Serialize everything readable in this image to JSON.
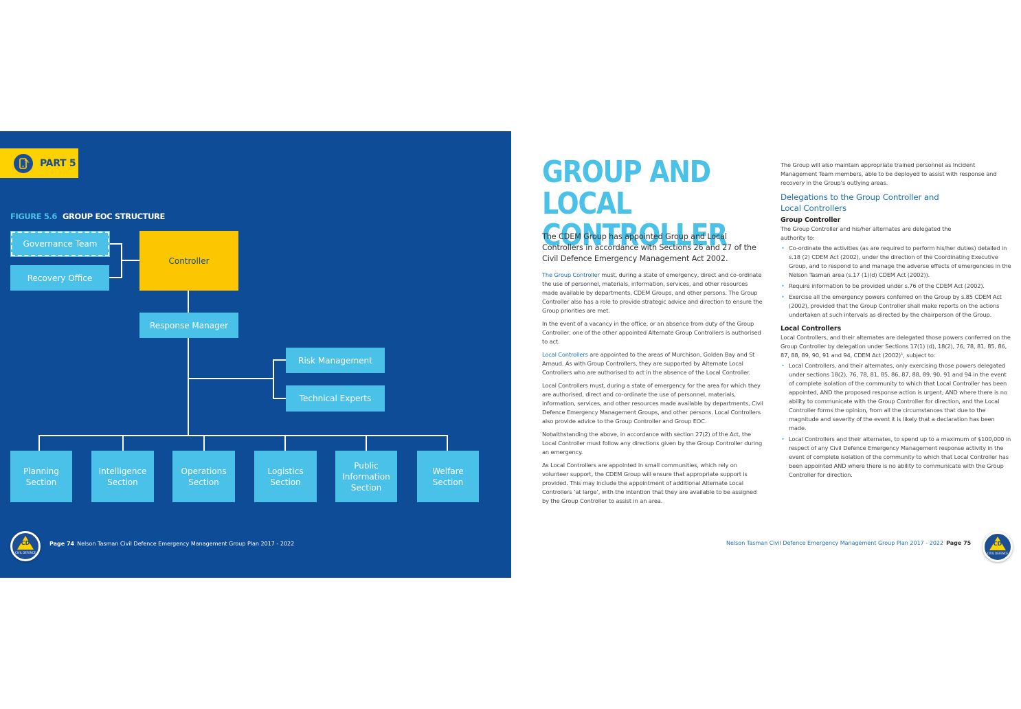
{
  "left_page": {
    "part_label": "PART 5",
    "figure_number": "FIGURE 5.6",
    "figure_title": "GROUP EOC STRUCTURE",
    "org_chart": {
      "governance": "Governance Team",
      "recovery": "Recovery Office",
      "controller": "Controller",
      "response_manager": "Response Manager",
      "risk_management": "Risk Management",
      "technical_experts": "Technical Experts",
      "sections": [
        "Planning Section",
        "Intelligence Section",
        "Operations Section",
        "Logistics Section",
        "Public Information Section",
        "Welfare Section"
      ]
    },
    "footer_page": "Page 74",
    "footer_text": "Nelson Tasman Civil Defence Emergency Management Group Plan 2017 - 2022"
  },
  "right_page": {
    "title": "GROUP AND LOCAL CONTROLLER",
    "lead": "The CDEM Group has appointed Group and Local Controllers in accordance with Sections 26 and 27 of the Civil Defence Emergency Management Act 2002.",
    "p1_highlight": "The Group Controller",
    "p1_rest": " must, during a state of emergency, direct and co-ordinate the use of personnel, materials, information, services, and other resources made available by departments, CDEM Groups, and other persons. The Group Controller also has a role to provide strategic advice and direction to ensure the Group priorities are met.",
    "p2": "In the event of a vacancy in the office, or an absence from duty of the Group Controller, one of the other appointed Alternate Group Controllers is authorised to act.",
    "p3_highlight": "Local Controllers",
    "p3_rest": " are appointed to the areas of Murchison, Golden Bay and St Arnaud.  As with Group Controllers, they are supported by Alternate Local Controllers who are authorised to act in the absence of the Local Controller.",
    "p4": "Local Controllers must, during a state of emergency for the area for which they are authorised, direct and co-ordinate the use of personnel, materials, information, services, and other resources made available by departments, Civil Defence Emergency Management Groups, and other persons. Local Controllers also provide advice to the Group Controller and Group EOC.",
    "p5": "Notwithstanding the above, in accordance with section 27(2) of the Act, the Local Controller must follow any directions given by the Group Controller during an emergency.",
    "p6": "As Local Controllers are appointed in small communities, which rely on volunteer support, the CDEM Group will ensure that appropriate support is provided. This may include the appointment of additional Alternate Local Controllers ‘at large’, with the intention that they are available to be assigned by the Group Controller to assist in an area.",
    "c2_p1": "The Group will also maintain appropriate trained personnel as Incident Management Team members, able to be deployed to assist with response and recovery in the Group’s outlying areas.",
    "c2_heading": "Delegations to the Group Controller and Local Controllers",
    "gc_heading": "Group Controller",
    "gc_intro": "The Group Controller and his/her alternates are delegated the authority to:",
    "gc_bullets": [
      "Co-ordinate the activities (as are required to perform his/her duties) detailed in s.18 (2) CDEM Act (2002), under the direction of the Coordinating Executive Group, and to respond to and manage the adverse effects of emergencies in the Nelson Tasman area (s.17 (1)(d) CDEM Act (2002)).",
      "Require information to be provided under s.76 of the CDEM Act (2002).",
      "Exercise all the emergency powers conferred on the Group by s.85 CDEM Act (2002), provided that the Group Controller shall make reports on the actions undertaken at such intervals as directed by the chairperson of the Group."
    ],
    "lc_heading": "Local Controllers",
    "lc_intro": "Local Controllers, and their alternates are delegated those powers conferred on the Group Controller by delegation under Sections 17(1) (d), 18(2), 76, 78, 81, 85, 86, 87, 88, 89, 90, 91 and 94, CDEM Act (2002)¹, subject to:",
    "lc_bullets": [
      "Local Controllers, and their alternates, only exercising those powers delegated under sections 18(2), 76, 78, 81, 85, 86, 87, 88, 89, 90, 91 and 94 in the event of complete isolation of the community to which that Local Controller has been appointed, AND the proposed response action is urgent, AND where there is no ability to communicate with the Group Controller for direction, and the Local Controller forms the opinion, from all the circumstances that due to the magnitude and severity of the event it is likely that a declaration has been made.",
      "Local Controllers and their alternates, to spend up to a maximum of $100,000 in respect of any Civil Defence Emergency Management response activity in the event of complete isolation of the community to which that Local Controller has been appointed AND where there is no ability to communicate with the Group Controller for direction."
    ],
    "footer_text": "Nelson Tasman Civil Defence Emergency Management Group Plan 2017 - 2022",
    "footer_page": "Page 75"
  },
  "logo": {
    "initials": "CD",
    "caption": "CIVIL DEFENCE"
  },
  "colors": {
    "navy": "#0f4c97",
    "cyan": "#4ac1e8",
    "yellow": "#fdc700"
  }
}
